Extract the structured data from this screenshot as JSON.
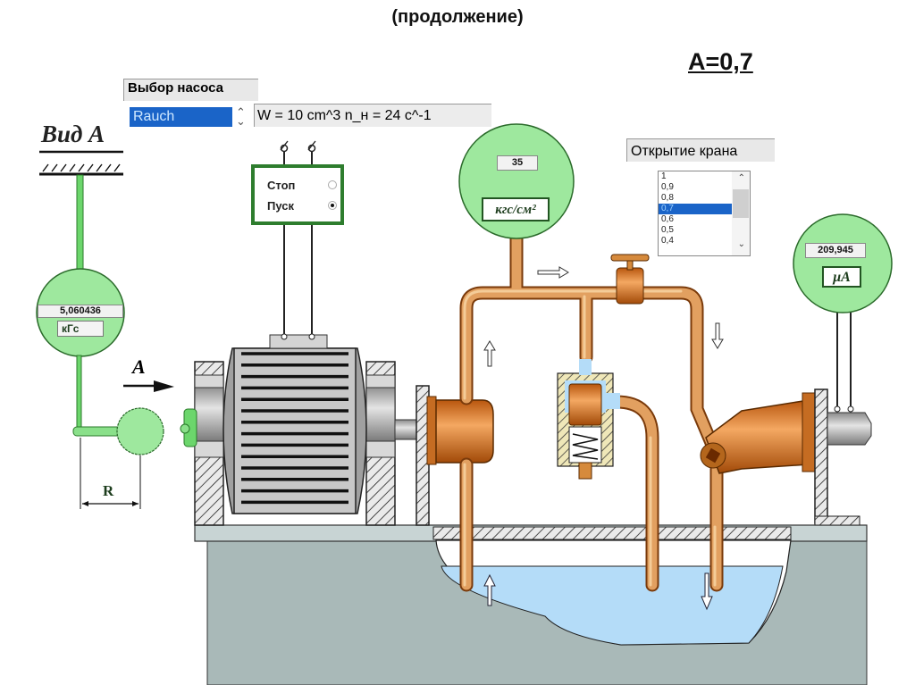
{
  "header": {
    "title": "(продолжение)",
    "parameter_label": "A=0,7"
  },
  "pump_selector": {
    "label": "Выбор насоса",
    "selected": "Rauch",
    "info": "W = 10 cm^3  n_н = 24 c^-1"
  },
  "motor_switch": {
    "options": [
      {
        "label": "Стоп",
        "checked": false
      },
      {
        "label": "Пуск",
        "checked": true
      }
    ]
  },
  "valve_opening": {
    "label": "Открытие крана",
    "options": [
      "1",
      "0,9",
      "0,8",
      "0,7",
      "0,6",
      "0,5",
      "0,4"
    ],
    "selected": "0,7"
  },
  "gauges": {
    "pressure": {
      "value": "35",
      "unit": "кгс/см²"
    },
    "current": {
      "value": "209,945",
      "unit": "μA"
    },
    "force": {
      "value": "5,060436",
      "unit": "кГс"
    }
  },
  "diagram": {
    "view_label": "Вид А",
    "arrow_label": "А",
    "lever_label": "R"
  },
  "colors": {
    "gauge_fill": "#9ee89e",
    "pipe": "#d68a3c",
    "fluid": "#b4dcf8",
    "tank": "#a8b8b8",
    "selection": "#1a64c8"
  }
}
